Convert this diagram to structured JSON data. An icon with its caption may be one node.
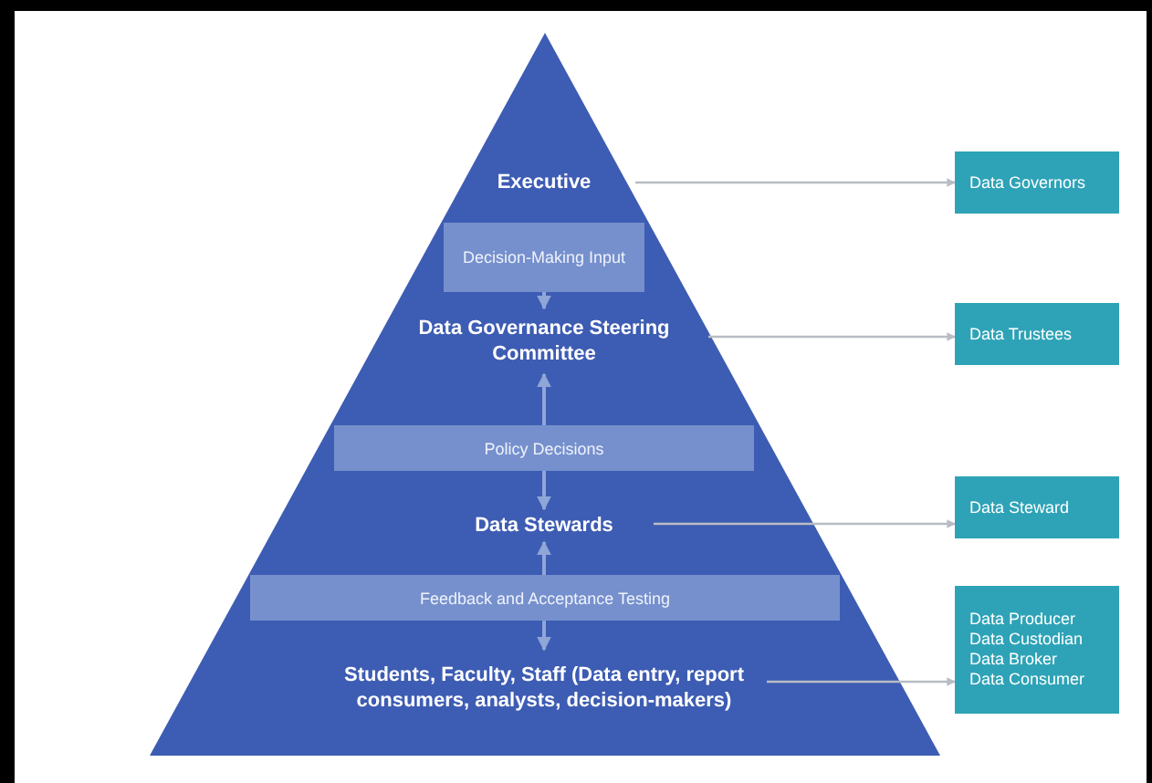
{
  "diagram": {
    "nodes": [
      {
        "text": [],
        "shape": "triangle"
      },
      {
        "text": [
          "Executive"
        ],
        "in": 0
      },
      {
        "text": [
          "Decision-Making Input"
        ],
        "in": 0
      },
      {
        "text": [
          "Data Governance Steering Committee"
        ],
        "in": 0
      },
      {
        "text": [
          "Policy Decisions"
        ],
        "in": 0
      },
      {
        "text": [
          "Data Stewards"
        ],
        "in": 0
      },
      {
        "text": [
          "Feedback and Acceptance Testing"
        ],
        "in": 0
      },
      {
        "text": [
          "Students, Faculty, Staff (Data entry, report consumers, analysts, decision-makers)"
        ],
        "in": 0
      },
      {
        "text": [
          "Data Governors"
        ]
      },
      {
        "text": [
          "Data Trustees"
        ]
      },
      {
        "text": [
          "Data Steward"
        ]
      },
      {
        "text": [
          "Data Producer",
          "Data Custodian",
          "Data Broker",
          "Data Consumer"
        ]
      }
    ],
    "edges": [
      {
        "from": 2,
        "to": 3,
        "arrow": "to"
      },
      {
        "from": 4,
        "to": 3,
        "arrow": "to"
      },
      {
        "from": 4,
        "to": 5,
        "arrow": "to"
      },
      {
        "from": 6,
        "to": 5,
        "arrow": "to"
      },
      {
        "from": 6,
        "to": 7,
        "arrow": "to"
      },
      {
        "from": 1,
        "to": 8,
        "arrow": "to",
        "color": "#b8bcc4"
      },
      {
        "from": 3,
        "to": 9,
        "arrow": "to",
        "color": "#b8bcc4"
      },
      {
        "from": 5,
        "to": 10,
        "arrow": "to",
        "color": "#b8bcc4"
      },
      {
        "from": 7,
        "to": 11,
        "arrow": "to",
        "color": "#b8bcc4"
      }
    ]
  }
}
